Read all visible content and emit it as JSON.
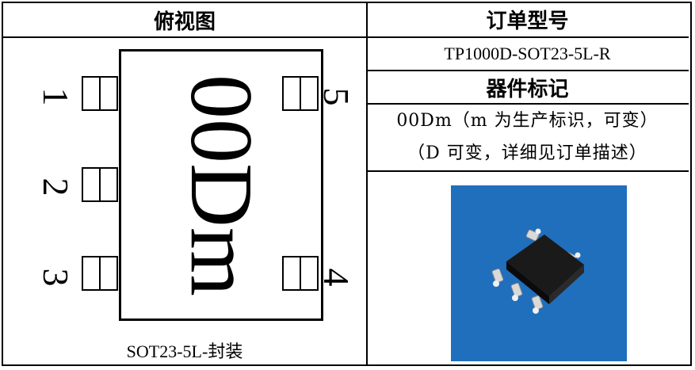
{
  "left": {
    "header": "俯视图",
    "marking": "00Dm",
    "pins": {
      "p1": "1",
      "p2": "2",
      "p3": "3",
      "p4": "4",
      "p5": "5"
    },
    "footer": "SOT23-5L-封装"
  },
  "right": {
    "order_header": "订单型号",
    "order_value": "TP1000D-SOT23-5L-R",
    "marking_header": "器件标记",
    "marking_note_1": "00Dm（m 为生产标识，可变）",
    "marking_note_2": "（D 可变，详细见订单描述）"
  },
  "colors": {
    "photo_background": "#1f6fbd",
    "chip_body": "#1a1a1a"
  }
}
